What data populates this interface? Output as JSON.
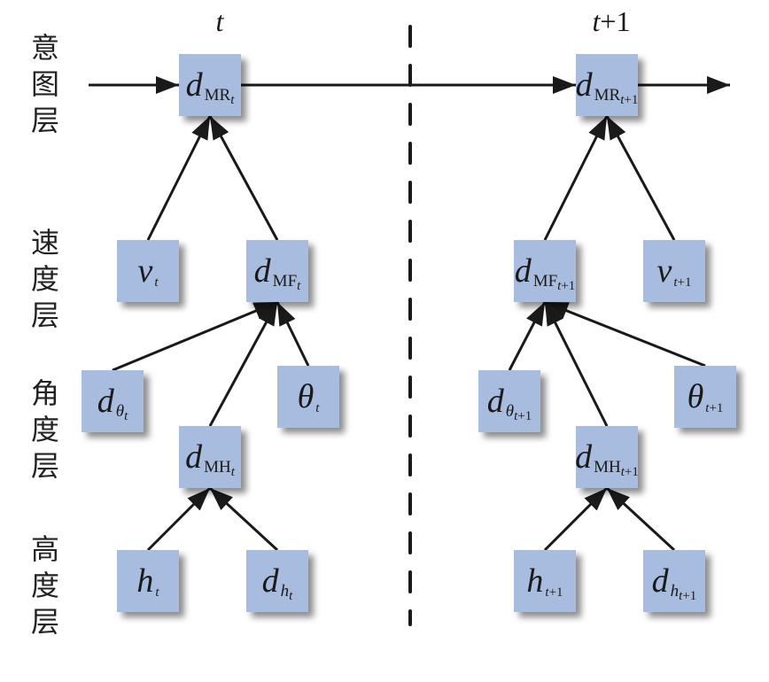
{
  "time_labels": {
    "left": "t",
    "right_var": "t",
    "right_suffix": "+1"
  },
  "layers": [
    {
      "id": "intent",
      "chars": [
        "意",
        "图",
        "层"
      ]
    },
    {
      "id": "speed",
      "chars": [
        "速",
        "度",
        "层"
      ]
    },
    {
      "id": "angle",
      "chars": [
        "角",
        "度",
        "层"
      ]
    },
    {
      "id": "height",
      "chars": [
        "高",
        "度",
        "层"
      ]
    }
  ],
  "nodes": {
    "mr_t": {
      "sym": "d",
      "sub": "MR",
      "subsub": "t"
    },
    "mr_t1": {
      "sym": "d",
      "sub": "MR",
      "subsub": "t+1"
    },
    "v_t": {
      "sym": "v",
      "sub": "",
      "subsub": "t"
    },
    "mf_t": {
      "sym": "d",
      "sub": "MF",
      "subsub": "t"
    },
    "mf_t1": {
      "sym": "d",
      "sub": "MF",
      "subsub": "t+1"
    },
    "v_t1": {
      "sym": "v",
      "sub": "",
      "subsub": "t+1"
    },
    "dth_t": {
      "sym": "d",
      "sub": "θ",
      "subsub": "t"
    },
    "th_t": {
      "sym": "θ",
      "sub": "",
      "subsub": "t"
    },
    "mh_t": {
      "sym": "d",
      "sub": "MH",
      "subsub": "t"
    },
    "dth_t1": {
      "sym": "d",
      "sub": "θ",
      "subsub": "t+1"
    },
    "th_t1": {
      "sym": "θ",
      "sub": "",
      "subsub": "t+1"
    },
    "mh_t1": {
      "sym": "d",
      "sub": "MH",
      "subsub": "t+1"
    },
    "h_t": {
      "sym": "h",
      "sub": "",
      "subsub": "t"
    },
    "dh_t": {
      "sym": "d",
      "sub": "h",
      "subsub": "t"
    },
    "h_t1": {
      "sym": "h",
      "sub": "",
      "subsub": "t+1"
    },
    "dh_t1": {
      "sym": "d",
      "sub": "h",
      "subsub": "t+1"
    }
  },
  "edges": [
    [
      "input",
      "mr_t"
    ],
    [
      "mr_t",
      "mr_t1"
    ],
    [
      "mr_t1",
      "output"
    ],
    [
      "v_t",
      "mr_t"
    ],
    [
      "mf_t",
      "mr_t"
    ],
    [
      "mf_t1",
      "mr_t1"
    ],
    [
      "v_t1",
      "mr_t1"
    ],
    [
      "dth_t",
      "mf_t"
    ],
    [
      "mh_t",
      "mf_t"
    ],
    [
      "th_t",
      "mf_t"
    ],
    [
      "dth_t1",
      "mf_t1"
    ],
    [
      "mh_t1",
      "mf_t1"
    ],
    [
      "th_t1",
      "mf_t1"
    ],
    [
      "h_t",
      "mh_t"
    ],
    [
      "dh_t",
      "mh_t"
    ],
    [
      "h_t1",
      "mh_t1"
    ],
    [
      "dh_t1",
      "mh_t1"
    ]
  ],
  "colors": {
    "node_fill": "#a8bcdf",
    "line": "#1a1a1a"
  }
}
